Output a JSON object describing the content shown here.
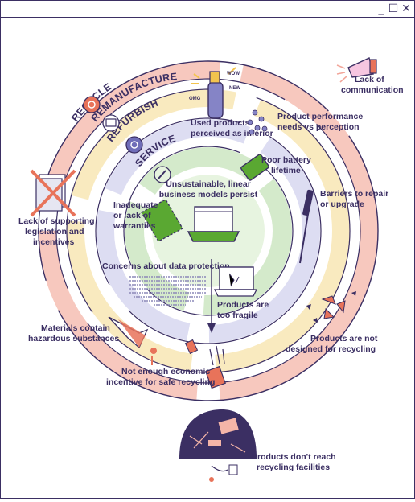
{
  "window": {
    "minimize_icon": "minimize-icon",
    "maximize_icon": "maximize-icon",
    "close_icon": "close-icon"
  },
  "rings": {
    "recycle": "RECYCLE",
    "remanufacture": "REMANUFACTURE",
    "refurbish": "REFURBISH",
    "service": "SERVICE"
  },
  "center": {
    "line1": "Unsustainable, linear",
    "line2": "business models persist"
  },
  "labels": {
    "lack_comm_1": "Lack of",
    "lack_comm_2": "communication",
    "perf_1": "Product performance",
    "perf_2": "needs vs perception",
    "used_1": "Used products",
    "used_2": "perceived as inferior",
    "battery_1": "Poor battery",
    "battery_2": "lifetime",
    "barriers_1": "Barriers to repair",
    "barriers_2": "or upgrade",
    "warranty_1": "Inadequate",
    "warranty_2": "or lack of",
    "warranty_3": "warranties",
    "legislation_1": "Lack of supporting",
    "legislation_2": "legislation and",
    "legislation_3": "incentives",
    "data_1": "Concerns about data protection",
    "fragile_1": "Products are",
    "fragile_2": "too fragile",
    "hazard_1": "Materials contain",
    "hazard_2": "hazardous substances",
    "notdesigned_1": "Products are not",
    "notdesigned_2": "designed for recycling",
    "incentive_1": "Not enough economic",
    "incentive_2": "incentive for safe recycling",
    "facilities_1": "Products don't reach",
    "facilities_2": "recycling facilities"
  },
  "bubbles": {
    "wow": "WOW",
    "new": "NEW",
    "omg": "OMG"
  },
  "colors": {
    "ink": "#3b2f63",
    "outer_ring": "#f2a69a",
    "mid_ring": "#f6e3a8",
    "inner_ring": "#c9c8ea",
    "core_ring": "#c8e6c0",
    "green": "#5aa832",
    "orange": "#e8735a"
  }
}
